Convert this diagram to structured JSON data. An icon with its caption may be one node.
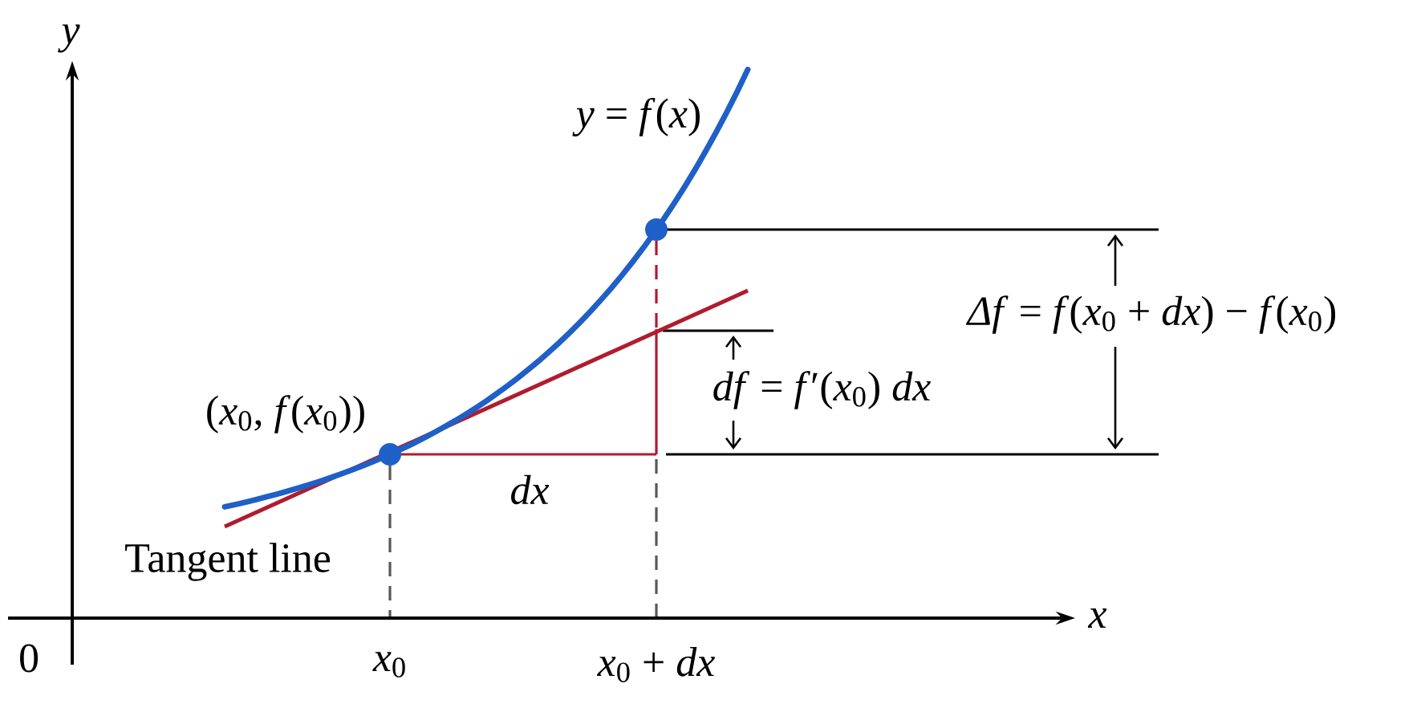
{
  "diagram": {
    "labels": [
      "y",
      "*y* = *f*(*x*)",
      "*Δf* = *f*(*x*$_{0}$ + *dx*) − *f*(*x*$_{0}$)",
      "*df* = *f*′(*x*$_{0}$) *dx*",
      "(*x*$_{0}$, *f*(*x*$_{0}$))",
      "dx",
      "Tangent line",
      "x",
      "0",
      "*x*$_{0}$",
      "*x*$_{0}$ + *dx*"
    ]
  }
}
